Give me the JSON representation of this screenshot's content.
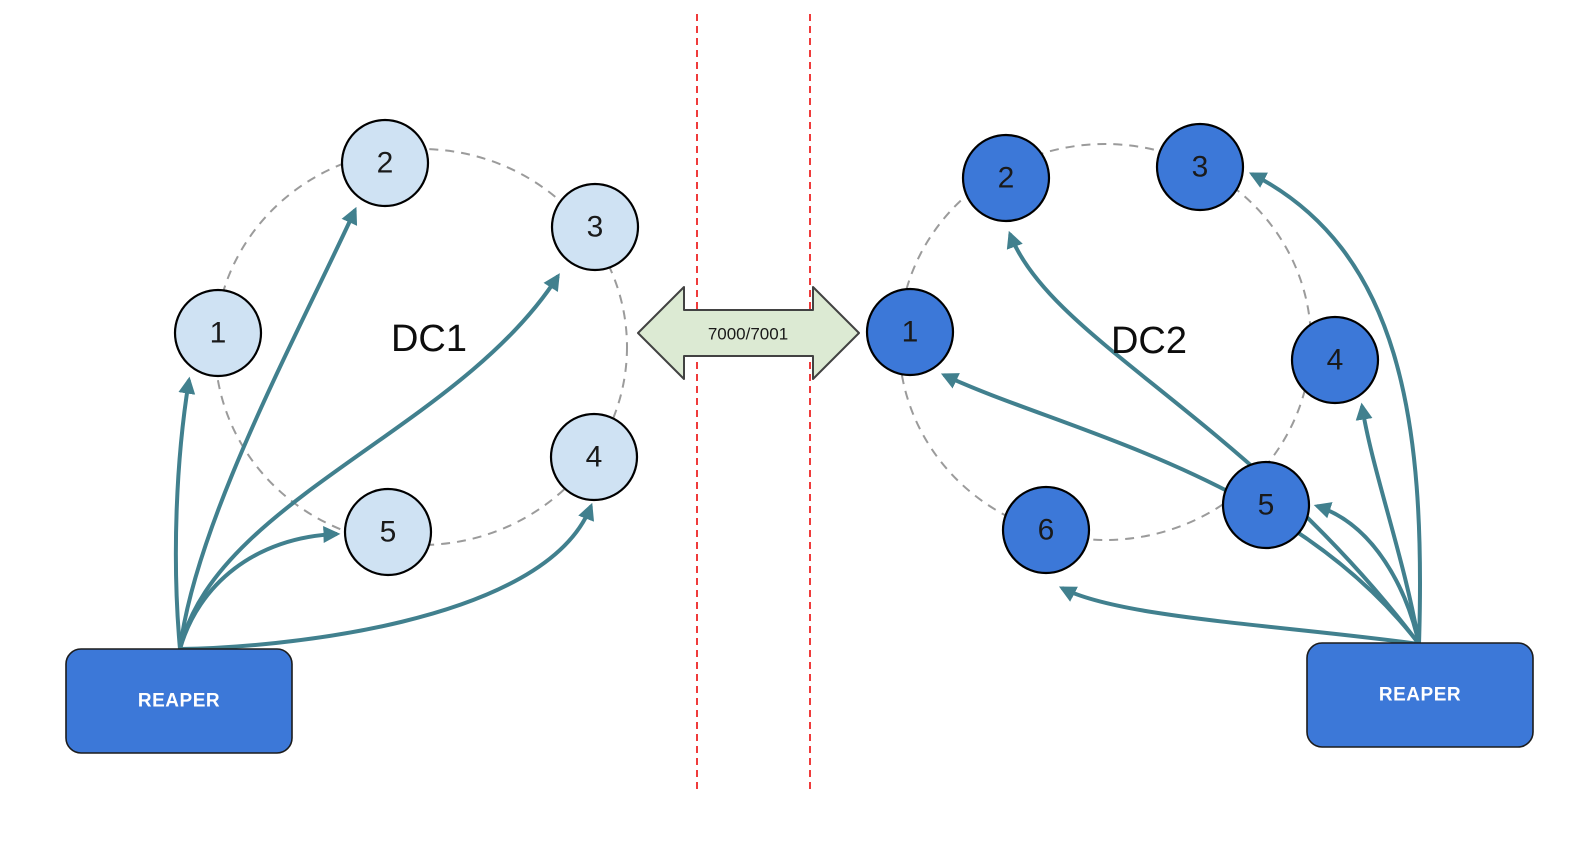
{
  "dc1": {
    "label": "DC1",
    "reaper": "REAPER",
    "nodes": [
      "1",
      "2",
      "3",
      "4",
      "5"
    ]
  },
  "dc2": {
    "label": "DC2",
    "reaper": "REAPER",
    "nodes": [
      "1",
      "2",
      "3",
      "4",
      "5",
      "6"
    ]
  },
  "link": {
    "label": "7000/7001"
  },
  "colors": {
    "node_light_fill": "#cfe2f3",
    "node_dark_fill": "#3c78d8",
    "reaper_fill": "#3c78d8",
    "arrow_teal": "#41808e",
    "ring_gray": "#9b9b9b",
    "boundary_red": "#ef3b3b",
    "link_fill": "#dcead3"
  }
}
